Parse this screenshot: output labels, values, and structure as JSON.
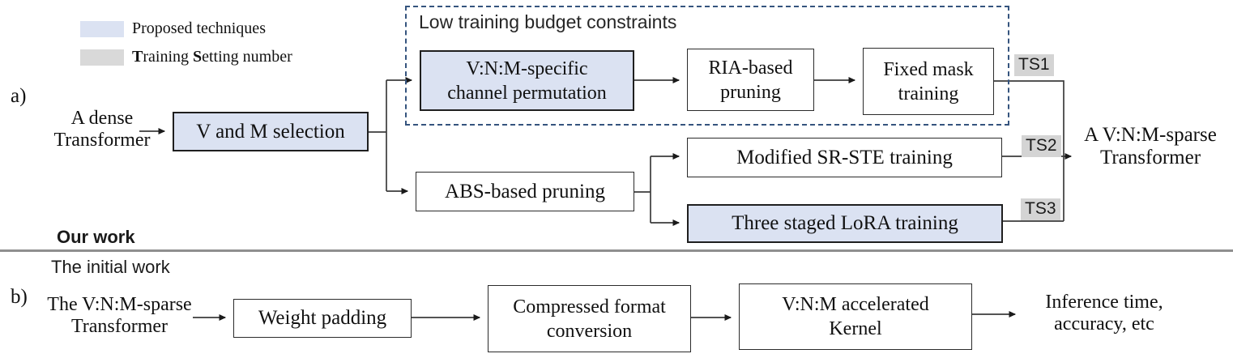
{
  "legend": {
    "proposed_label": "Proposed techniques",
    "ts_bold1": "T",
    "ts_rest1": "raining ",
    "ts_bold2": "S",
    "ts_rest2": "etting number"
  },
  "section_a": {
    "label": "a)",
    "input_line1": "A dense",
    "input_line2": "Transformer",
    "vm_selection": "V and M selection",
    "dashed_title": "Low training budget constraints",
    "perm_line1": "V:N:M-specific",
    "perm_line2": "channel permutation",
    "ria_line1": "RIA-based",
    "ria_line2": "pruning",
    "fixed_line1": "Fixed mask",
    "fixed_line2": "training",
    "abs_pruning": "ABS-based pruning",
    "srste_training": "Modified SR-STE training",
    "lora_training": "Three staged LoRA training",
    "ts1": "TS1",
    "ts2": "TS2",
    "ts3": "TS3",
    "output_line1": "A V:N:M-sparse",
    "output_line2": "Transformer"
  },
  "divider": {
    "our_work": "Our work",
    "initial_work": "The initial work"
  },
  "section_b": {
    "label": "b)",
    "input_line1": "The V:N:M-sparse",
    "input_line2": "Transformer",
    "weight_padding": "Weight padding",
    "compressed_line1": "Compressed format",
    "compressed_line2": "conversion",
    "kernel_line1": "V:N:M accelerated",
    "kernel_line2": "Kernel",
    "output_line1": "Inference time,",
    "output_line2": "accuracy, etc"
  },
  "colors": {
    "proposed_fill": "#dbe2f2",
    "training_setting_fill": "#d4d4d4",
    "dashed_border": "#35547e",
    "box_border": "#2b2b2b",
    "divider_line": "#8f8f8f",
    "connector": "#3c3c3c"
  }
}
